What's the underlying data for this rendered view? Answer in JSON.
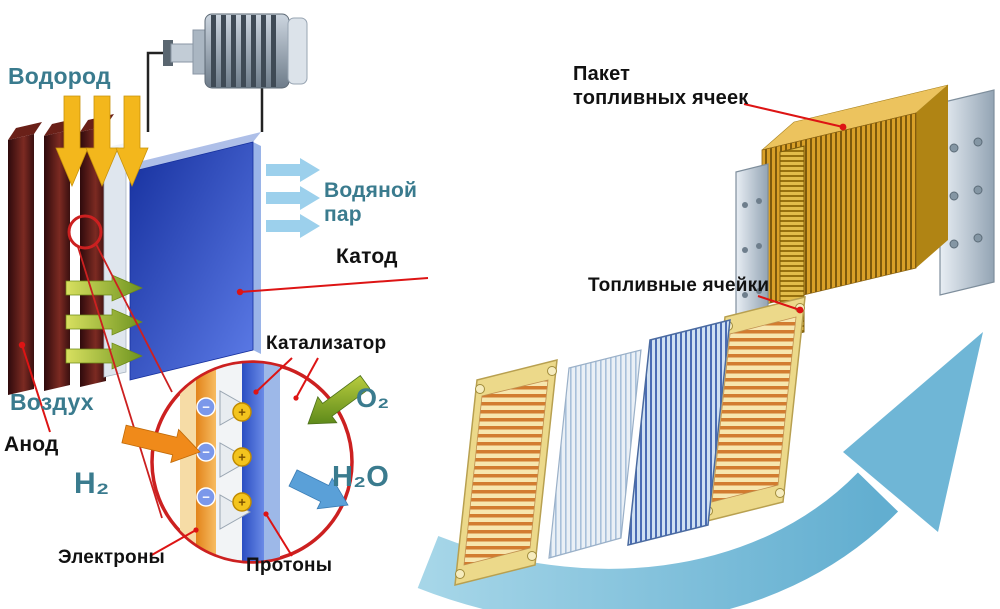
{
  "labels": {
    "hydrogen": "Водород",
    "water_vapor_line1": "Водяной",
    "water_vapor_line2": "пар",
    "cathode": "Катод",
    "air": "Воздух",
    "anode": "Анод",
    "catalyst": "Катализатор",
    "electrons": "Электроны",
    "protons": "Протоны",
    "h2": "H₂",
    "o2": "O₂",
    "h2o": "H₂O",
    "stack_line1": "Пакет",
    "stack_line2": "топливных ячеек",
    "fuel_cells": "Топливные ячейки"
  },
  "inset": {
    "minus_symbol": "−",
    "plus_symbol": "+"
  },
  "colors": {
    "teal_label": "#3a7b8e",
    "leader_red": "#cc2020",
    "hydrogen_arrow_yellow": "#f3b71c",
    "air_arrow_green": "#9ab22a",
    "water_vapor_blue": "#9cd0ec",
    "cathode_plate_blue": "#2a4ec2",
    "anode_plate_dark_red": "#4a1412",
    "stack_gold": "#d9a028",
    "cycle_arrow_blue": "#7cc0da"
  }
}
